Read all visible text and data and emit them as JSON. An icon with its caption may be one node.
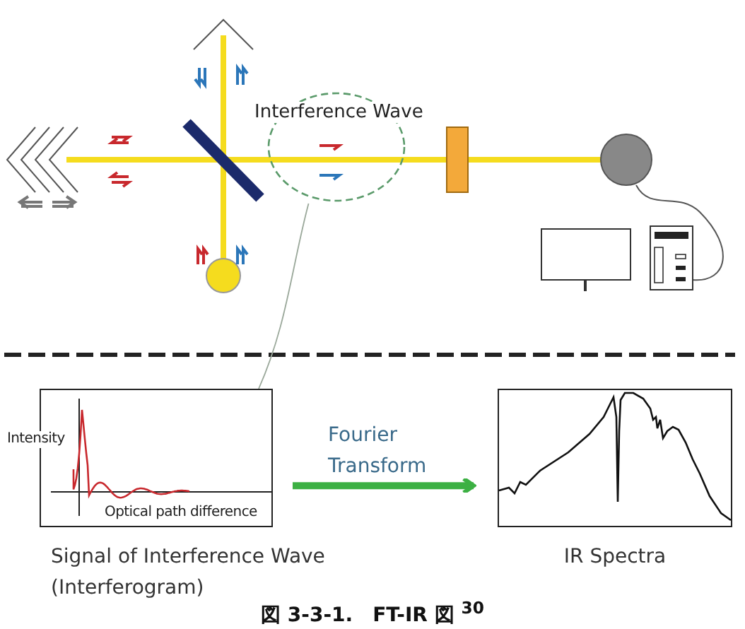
{
  "diagram": {
    "caption": "図 3-3-1.　FT-IR 図 $^{30}$",
    "nodes": [
      {
        "text": [
          "Interference Wave"
        ]
      },
      {
        "text": [
          "Intensity",
          "Optical path difference"
        ],
        "beside": [
          "Signal of Interference Wave (Interferogram)"
        ]
      },
      {
        "text": [],
        "shape": "box",
        "beside": [
          "IR Spectra"
        ]
      }
    ],
    "edges": [
      {
        "from": 0,
        "to": 1,
        "arrow": "none"
      },
      {
        "from": 1,
        "to": 2,
        "arrow": "to",
        "label": "Fourier Transform",
        "style": "thick",
        "color": "#3cb043"
      }
    ]
  }
}
